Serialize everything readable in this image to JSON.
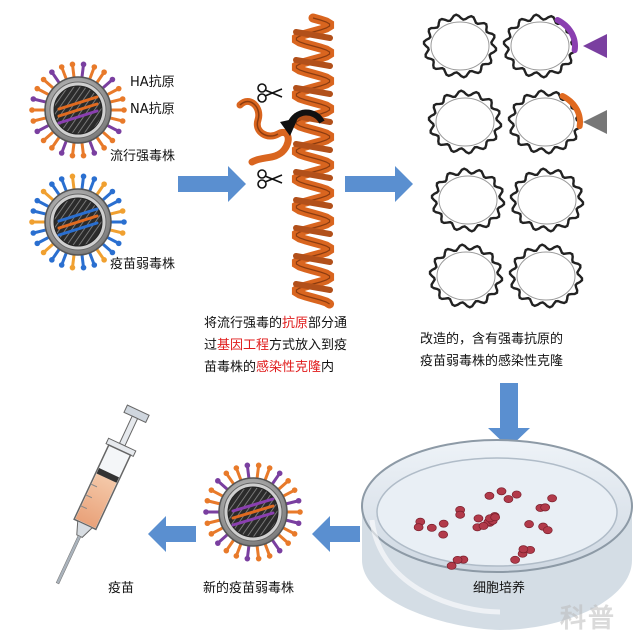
{
  "labels": {
    "ha_antigen": "HA抗原",
    "na_antigen": "NA抗原",
    "epidemic_strain": "流行强毒株",
    "vaccine_weak_strain": "疫苗弱毒株",
    "new_vaccine_strain": "新的疫苗弱毒株",
    "vaccine": "疫苗",
    "cell_culture": "细胞培养",
    "watermark": "科普"
  },
  "caption_middle": {
    "line1_a": "将流行强毒的",
    "line1_red": "抗原",
    "line1_b": "部分通",
    "line2_a": "过",
    "line2_red": "基因工程",
    "line2_b": "方式放入到疫",
    "line3_a": "苗毒株的",
    "line3_red": "感染性克隆",
    "line3_b": "内"
  },
  "caption_right": {
    "line1": "改造的，含有强毒抗原的",
    "line2": "疫苗弱毒株的感染性克隆"
  },
  "colors": {
    "arrow": "#5a8fd0",
    "ha": "#e87a2a",
    "na": "#7a3fa0",
    "na_blue": "#2a6fd0",
    "highlight_purple": "#8a3fb0",
    "highlight_orange": "#e06a20",
    "dish_cells": "#b23a4a",
    "helix": "#d9651f"
  },
  "icons": [
    "scissors-icon",
    "curved-arrow-icon",
    "triangle-marker-icon"
  ]
}
